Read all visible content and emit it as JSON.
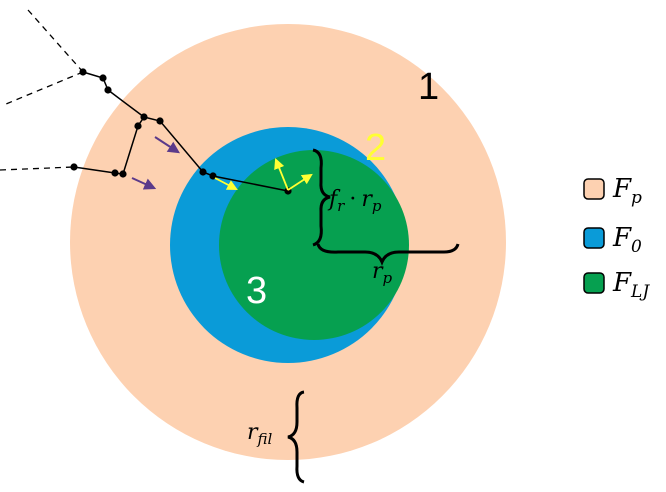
{
  "zones": {
    "outer": {
      "number": "1",
      "color": "#fdd1b1",
      "number_color": "#000000"
    },
    "middle": {
      "number": "2",
      "color": "#0a9bd8",
      "number_color": "#ffff33"
    },
    "inner": {
      "number": "3",
      "color": "#06a050",
      "number_color": "#ffffff"
    }
  },
  "labels": {
    "fr_base": "f",
    "fr_sub": "r",
    "dot": "·",
    "rp_base": "r",
    "rp_sub": "p",
    "rfil_base": "r",
    "rfil_sub": "fil"
  },
  "legend": [
    {
      "base": "F",
      "sub": "p",
      "color": "#fdd1b1"
    },
    {
      "base": "F",
      "sub": "0",
      "color": "#0a9bd8"
    },
    {
      "base": "F",
      "sub": "LJ",
      "color": "#06a050"
    }
  ],
  "colors": {
    "arrow_purple": "#5b3a8a",
    "arrow_yellow": "#ffff33",
    "chain": "#000000"
  }
}
